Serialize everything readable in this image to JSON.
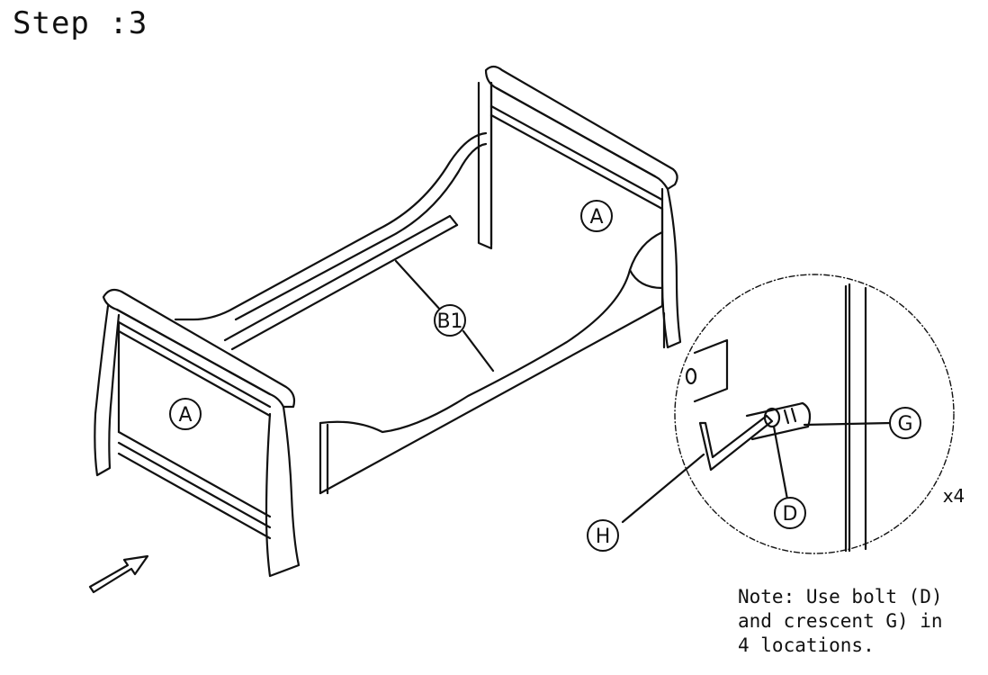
{
  "step_title": "Step :3",
  "labels": {
    "panel_a_top": "A",
    "panel_a_front": "A",
    "rail_b1": "B1",
    "bolt_d": "D",
    "crescent_g": "G",
    "allen_key_h": "H"
  },
  "quantity": "x4",
  "note_lines": [
    "Note: Use bolt (D)",
    "and crescent G) in",
    "4 locations."
  ],
  "colors": {
    "line": "#111111",
    "background": "#ffffff"
  }
}
